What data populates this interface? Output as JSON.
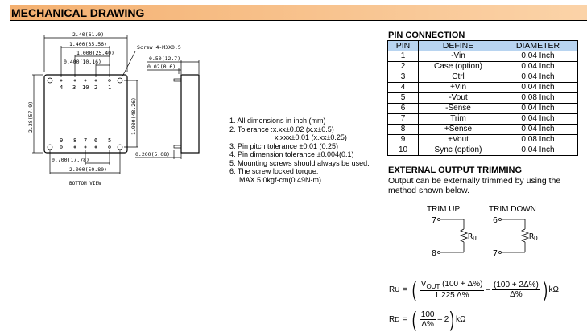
{
  "header": {
    "title": "MECHANICAL DRAWING"
  },
  "drawing": {
    "dims": {
      "overall_width": "2.40(61.0)",
      "pin_span": "1.400(35.56)",
      "pin_span2": "1.000(25.40)",
      "pin_pitch": "0.400(10.16)",
      "height": "2.28(57.9)",
      "hole_span_v": "1.900(48.26)",
      "bottom_pin": "0.700(17.78)",
      "hole_span_h": "2.000(50.80)",
      "thickness": "0.50(12.7)",
      "standoff": "0.02(0.6)",
      "pin_len": "0.200(5.08)"
    },
    "screw_label": "Screw 4-M3X0.5",
    "top_pins": [
      "4",
      "3",
      "10",
      "2",
      "1"
    ],
    "bottom_pins": [
      "9",
      "8",
      "7",
      "6",
      "5"
    ],
    "view_label": "BOTTOM VIEW"
  },
  "notes": [
    "1. All dimensions in inch (mm)",
    "2. Tolerance :x.xx±0.02 (x.x±0.5)",
    "x.xxx±0.01 (x.xx±0.25)",
    "3. Pin pitch tolerance ±0.01 (0.25)",
    "4. Pin dimension tolerance ±0.004(0.1)",
    "5. Mounting screws should always be used.",
    "6. The screw locked torque:",
    "MAX 5.0kgf-cm(0.49N-m)"
  ],
  "pin_connection": {
    "title": "PIN CONNECTION",
    "headers": [
      "PIN",
      "DEFINE",
      "DIAMETER"
    ],
    "rows": [
      [
        "1",
        "-Vin",
        "0.04 Inch"
      ],
      [
        "2",
        "Case (option)",
        "0.04 Inch"
      ],
      [
        "3",
        "Ctrl",
        "0.04 Inch"
      ],
      [
        "4",
        "+Vin",
        "0.04 Inch"
      ],
      [
        "5",
        "-Vout",
        "0.08 Inch"
      ],
      [
        "6",
        "-Sense",
        "0.04 Inch"
      ],
      [
        "7",
        "Trim",
        "0.04 Inch"
      ],
      [
        "8",
        "+Sense",
        "0.04 Inch"
      ],
      [
        "9",
        "+Vout",
        "0.08 Inch"
      ],
      [
        "10",
        "Sync (option)",
        "0.04 Inch"
      ]
    ]
  },
  "trimming": {
    "title": "EXTERNAL OUTPUT TRIMMING",
    "text": "Output can be externally trimmed by using the method shown below.",
    "up": {
      "label": "TRIM UP",
      "pin_top": "7",
      "pin_bottom": "8",
      "res": "R",
      "res_sub": "U"
    },
    "down": {
      "label": "TRIM DOWN",
      "pin_top": "6",
      "pin_bottom": "7",
      "res": "R",
      "res_sub": "D"
    },
    "ru": {
      "lhs": "R",
      "sub": "U",
      "eq": "=",
      "n1a": "V",
      "n1sub": "OUT",
      "n1b": " (100  + Δ%)",
      "d1": "1.225 Δ%",
      "minus": "–",
      "n2": "(100  + 2Δ%)",
      "d2": "Δ%",
      "unit": "kΩ"
    },
    "rd": {
      "lhs": "R",
      "sub": "D",
      "eq": "=",
      "n1": "100",
      "d1": "Δ%",
      "rest": "– 2",
      "unit": "kΩ"
    }
  }
}
